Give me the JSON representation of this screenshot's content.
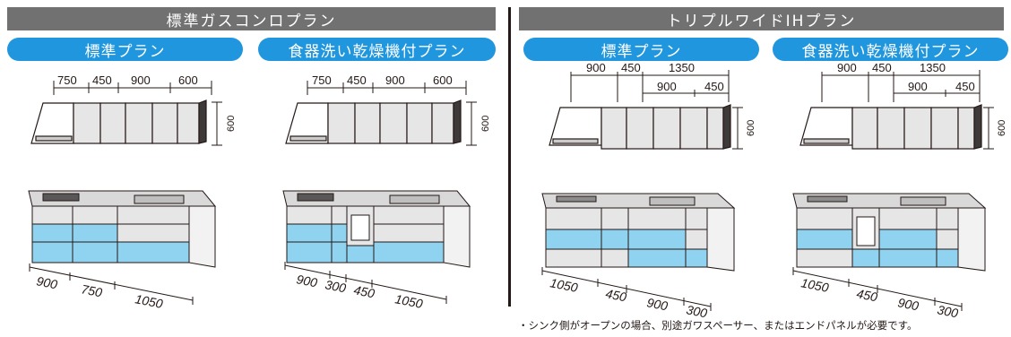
{
  "sections": [
    {
      "title": "標準ガスコンロプラン"
    },
    {
      "title": "トリプルワイドIHプラン"
    }
  ],
  "plans": [
    {
      "label": "標準プラン",
      "upper_dims": [
        "750",
        "450",
        "900",
        "600"
      ],
      "height": "600",
      "lower_dims": [
        "900",
        "750",
        "1050"
      ]
    },
    {
      "label": "食器洗い乾燥機付プラン",
      "upper_dims": [
        "750",
        "450",
        "900",
        "600"
      ],
      "height": "600",
      "lower_dims": [
        "900",
        "300",
        "450",
        "1050"
      ]
    },
    {
      "label": "標準プラン",
      "upper_top": [
        "900",
        "450",
        "1350"
      ],
      "upper_sub": [
        "900",
        "450"
      ],
      "height": "600",
      "lower_dims": [
        "1050",
        "450",
        "900",
        "300"
      ]
    },
    {
      "label": "食器洗い乾燥機付プラン",
      "upper_top": [
        "900",
        "450",
        "1350"
      ],
      "upper_sub": [
        "900",
        "450"
      ],
      "height": "600",
      "lower_dims": [
        "1050",
        "450",
        "900",
        "300"
      ]
    }
  ],
  "note": "・シンク側がオープンの場合、別途ガワスペーサー、またはエンドパネルが必要です。",
  "colors": {
    "header_bg": "#727171",
    "pill_bg": "#1f96dd",
    "drawer_blue": "#8fd3f0",
    "cabinet_gray": "#e6e6e6",
    "countertop": "#d9d9d9"
  }
}
